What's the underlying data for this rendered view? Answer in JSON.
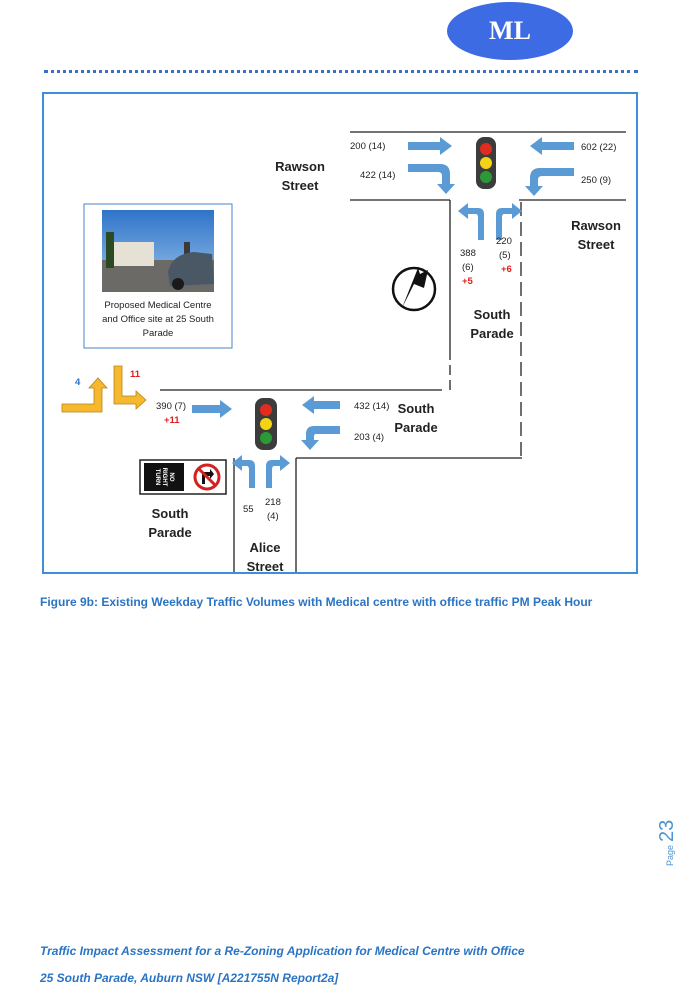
{
  "header": {
    "logo_text": "ML"
  },
  "figure": {
    "caption": "Figure 9b: Existing Weekday Traffic Volumes with Medical centre with office traffic PM Peak Hour",
    "photo_caption": [
      "Proposed Medical Centre",
      "and Office  site at 25 South",
      "Parade"
    ],
    "streets": {
      "rawson_left": [
        "Rawson",
        "Street"
      ],
      "rawson_right": [
        "Rawson",
        "Street"
      ],
      "south_parade_upper": [
        "South",
        "Parade"
      ],
      "south_parade_mid": [
        "South",
        "Parade"
      ],
      "south_parade_lower": [
        "South",
        "Parade"
      ],
      "alice": [
        "Alice",
        "Street"
      ]
    },
    "volumes": {
      "v_200": "200 (14)",
      "v_422": "422 (14)",
      "v_602": "602 (22)",
      "v_250": "250 (9)",
      "v_388": "388",
      "v_388_hv": "(6)",
      "v_388_add": "+5",
      "v_220": "220",
      "v_220_hv": "(5)",
      "v_220_add": "+6",
      "v_390": "390 (7)",
      "v_390_add": "+11",
      "v_432": "432 (14)",
      "v_203": "203 (4)",
      "v_55": "55",
      "v_218": "218",
      "v_218_hv": "(4)",
      "site_in": "4",
      "site_out": "11"
    },
    "sign_text": [
      "NO",
      "RIGHT",
      "TURN"
    ]
  },
  "footer": {
    "line1": "Traffic Impact Assessment for a Re-Zoning Application for Medical Centre with Office",
    "line2": "25 South Parade, Auburn NSW [A221755N Report2a]"
  },
  "page": {
    "label": "Page",
    "number": "23"
  },
  "colors": {
    "arrow": "#5b9bd5",
    "site_arrow": "#f5b82e",
    "added": "#e02020",
    "accent": "#2a74c4"
  }
}
